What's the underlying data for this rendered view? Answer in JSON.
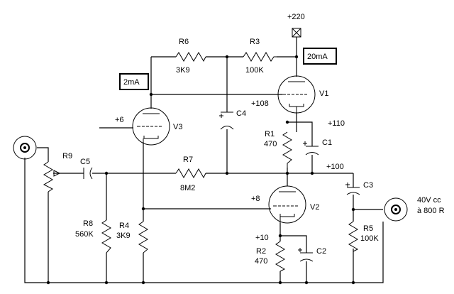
{
  "supply": {
    "label": "+220"
  },
  "currents": {
    "v1": "20mA",
    "v3": "2mA"
  },
  "tubes": {
    "v1": "V1",
    "v2": "V2",
    "v3": "V3"
  },
  "resistors": {
    "r1": {
      "name": "R1",
      "value": "470"
    },
    "r2": {
      "name": "R2",
      "value": "470"
    },
    "r3": {
      "name": "R3",
      "value": "100K"
    },
    "r4": {
      "name": "R4",
      "value": "3K9"
    },
    "r5": {
      "name": "R5",
      "value": "100K"
    },
    "r6": {
      "name": "R6",
      "value": "3K9"
    },
    "r7": {
      "name": "R7",
      "value": "8M2"
    },
    "r8": {
      "name": "R8",
      "value": "560K"
    },
    "r9": {
      "name": "R9"
    }
  },
  "capacitors": {
    "c1": "C1",
    "c2": "C2",
    "c3": "C3",
    "c4": "C4",
    "c5": "C5"
  },
  "voltages": {
    "v108": "+108",
    "v110": "+110",
    "v100": "+100",
    "v6": "+6",
    "v8": "+8",
    "v10": "+10"
  },
  "output": {
    "line1": "40V cc",
    "line2": "à 800 R"
  }
}
